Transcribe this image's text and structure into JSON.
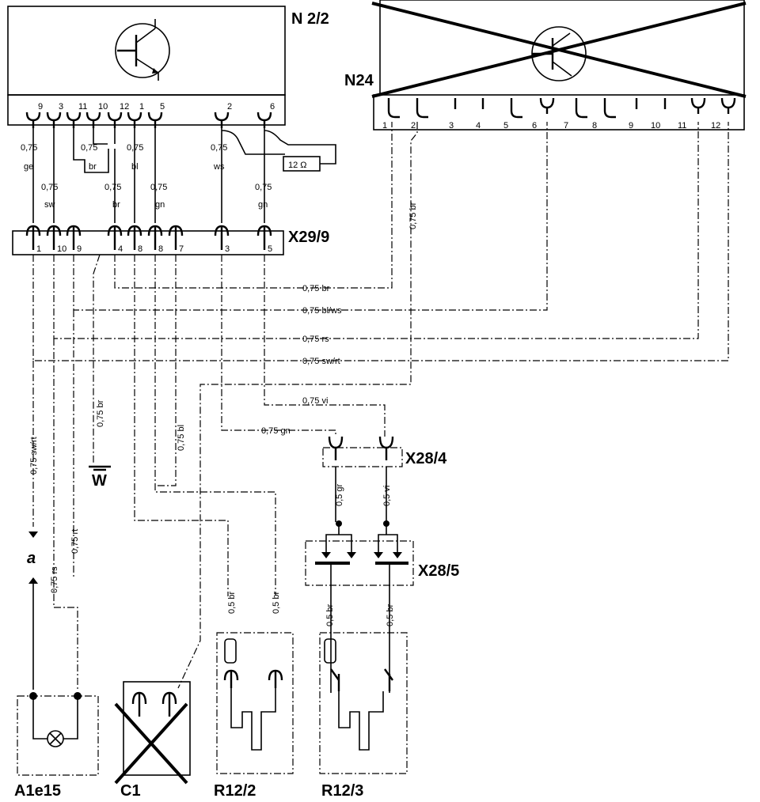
{
  "labels": {
    "n22": "N 2/2",
    "n24": "N24",
    "x29_9": "X29/9",
    "x28_4": "X28/4",
    "x28_5": "X28/5",
    "w": "W",
    "a": "a",
    "a1e15": "A1e15",
    "c1": "C1",
    "r12_2": "R12/2",
    "r12_3": "R12/3",
    "resistor": "12 Ω"
  },
  "n22_pins": [
    "9",
    "3",
    "11",
    "10",
    "12",
    "1",
    "5",
    "2",
    "6"
  ],
  "n24_pins": [
    "1",
    "2",
    "3",
    "4",
    "5",
    "6",
    "7",
    "8",
    "9",
    "10",
    "11",
    "12"
  ],
  "x29_pins": [
    "1",
    "10",
    "9",
    "4",
    "8",
    "8",
    "7",
    "3",
    "5"
  ],
  "wires_upper": [
    {
      "size": "0,75",
      "color": "ge"
    },
    {
      "size": "0,75",
      "color": "br"
    },
    {
      "size": "0,75",
      "color": "bl"
    },
    {
      "size": "0,75",
      "color": "ws"
    }
  ],
  "wires_lower": [
    {
      "size": "0,75",
      "color": "sw"
    },
    {
      "size": "0,75",
      "color": "br"
    },
    {
      "size": "0,75",
      "color": "gn"
    },
    {
      "size": "0,75",
      "color": "gn"
    }
  ],
  "cross_wires": [
    "0,75 br",
    "0,75 bl/ws",
    "0,75 rs",
    "0,75 sw/rt",
    "0,75 vi",
    "0,75 gn",
    "0,75 br"
  ],
  "vertical_wires": [
    "0,75 sw/rt",
    "0,75 rs",
    "0,75 br",
    "0,75 rt",
    "0,75 bl",
    "0,5 gr",
    "0,5 vi",
    "0,5 br",
    "0,5 br",
    "0,5 br",
    "0,5 br"
  ]
}
